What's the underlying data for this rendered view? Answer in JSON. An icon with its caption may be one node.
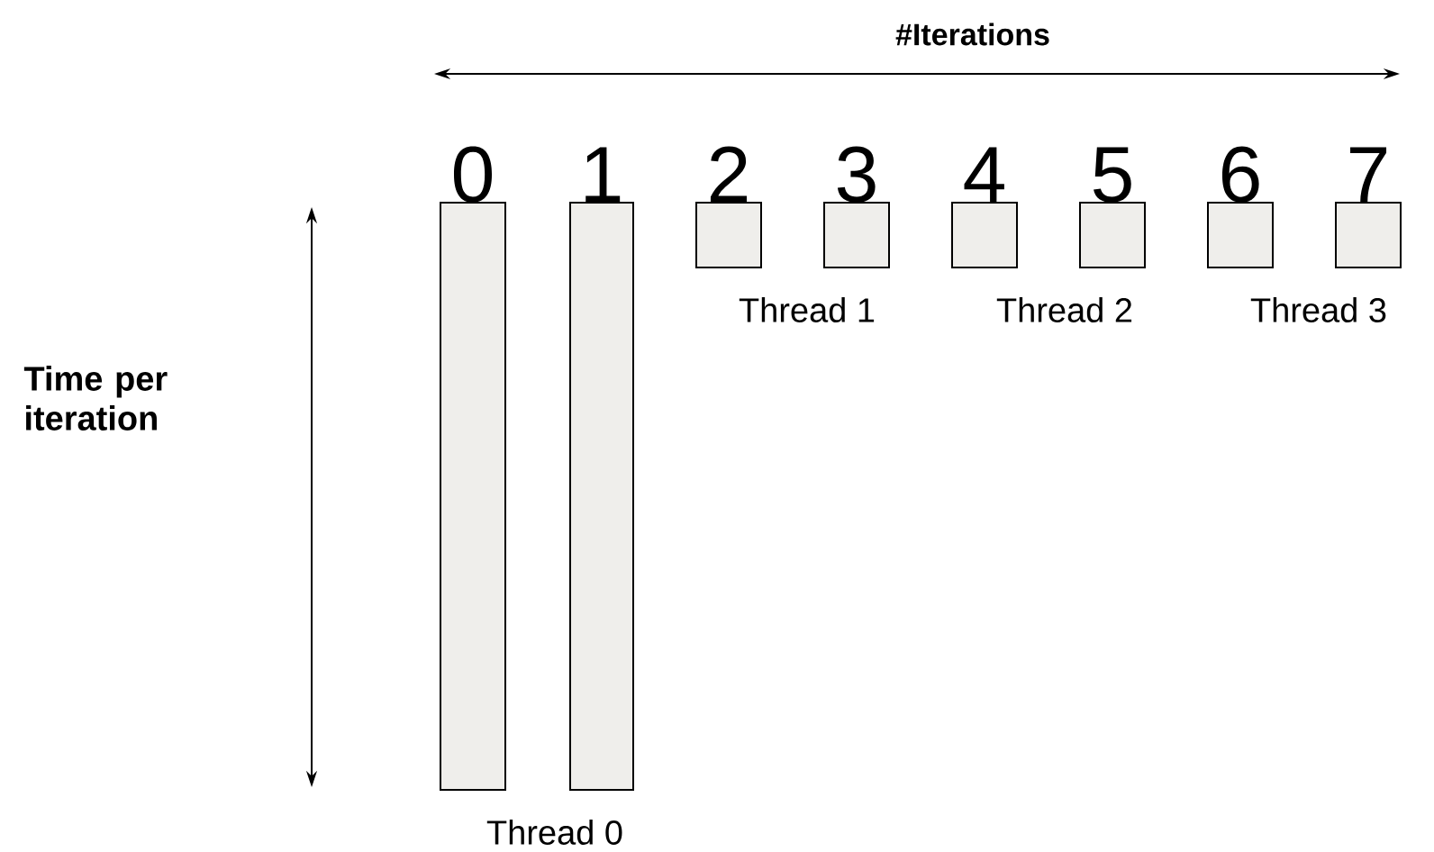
{
  "diagram": {
    "nodes": [
      {
        "text": [
          "0"
        ]
      },
      {
        "text": [
          "1"
        ]
      },
      {
        "text": [
          "2"
        ]
      },
      {
        "text": [
          "3"
        ]
      },
      {
        "text": [
          "4"
        ]
      },
      {
        "text": [
          "5"
        ]
      },
      {
        "text": [
          "6"
        ]
      },
      {
        "text": [
          "7"
        ]
      }
    ],
    "labels": [
      "#Iterations",
      "Time per iteration",
      "Thread 1",
      "Thread 2",
      "Thread 3",
      "Thread 0"
    ]
  }
}
